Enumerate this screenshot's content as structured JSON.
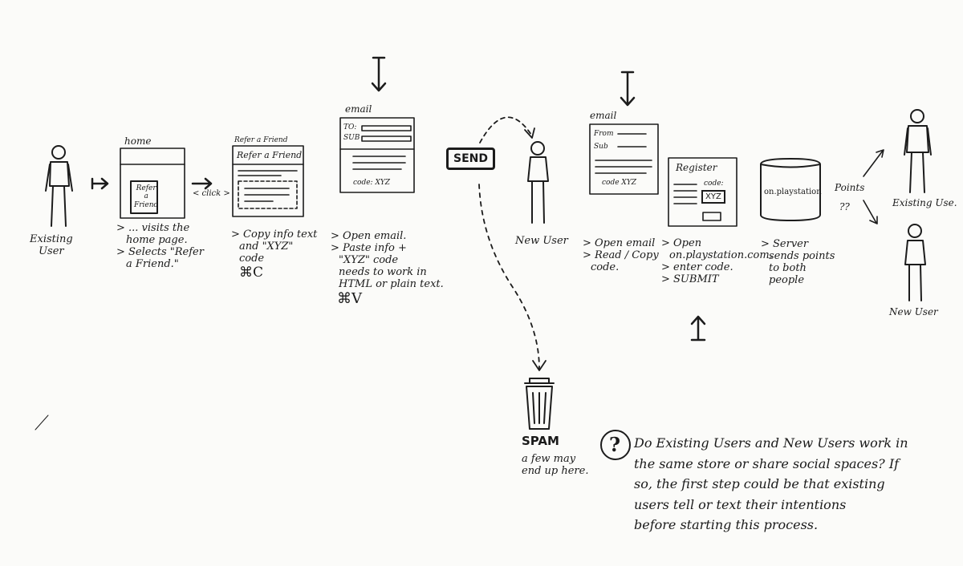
{
  "actors": {
    "existing_user_left": "Existing\nUser",
    "new_user_mid": "New User",
    "existing_user_right": "Existing Use.",
    "new_user_right": "New User"
  },
  "home": {
    "title": "home",
    "refer_button": "Refer\na\nFriend",
    "click": "< click >",
    "notes": [
      "> ... visits the",
      "home page.",
      "> Selects \"Refer",
      "a Friend.\""
    ]
  },
  "refer_page": {
    "title": "Refer a Friend",
    "header": "Refer a Friend",
    "notes": [
      "> Copy info text",
      "and \"XYZ\"",
      "code",
      "⌘C"
    ]
  },
  "email_compose": {
    "title": "email",
    "to": "TO:",
    "sub": "SUB",
    "code": "code: XYZ",
    "notes": [
      "> Open email.",
      "> Paste info +",
      "\"XYZ\" code",
      "needs to work in",
      "HTML or plain text.",
      "⌘V"
    ]
  },
  "send": {
    "label": "SEND"
  },
  "spam": {
    "label": "SPAM",
    "notes": [
      "a few may",
      "end up here."
    ]
  },
  "email_receive": {
    "title": "email",
    "from": "From",
    "sub": "Sub",
    "code": "code XYZ",
    "notes": [
      "> Open email",
      "> Read / Copy",
      "code."
    ]
  },
  "register": {
    "title": "Register",
    "code_label": "code:",
    "code_value": "XYZ",
    "notes": [
      "> Open",
      "on.playstation.com.",
      "> enter code.",
      "> SUBMIT"
    ]
  },
  "server": {
    "label": "on.playstation",
    "notes": [
      "> Server",
      "sends points",
      "to both",
      "people"
    ]
  },
  "points": {
    "label": "Points",
    "amount": "??"
  },
  "question": {
    "mark": "?",
    "lines": [
      "Do Existing Users and New Users work in",
      "the same store or share social spaces? If",
      "so, the first step could be that existing",
      "users tell or text their intentions",
      "before starting this process."
    ]
  }
}
